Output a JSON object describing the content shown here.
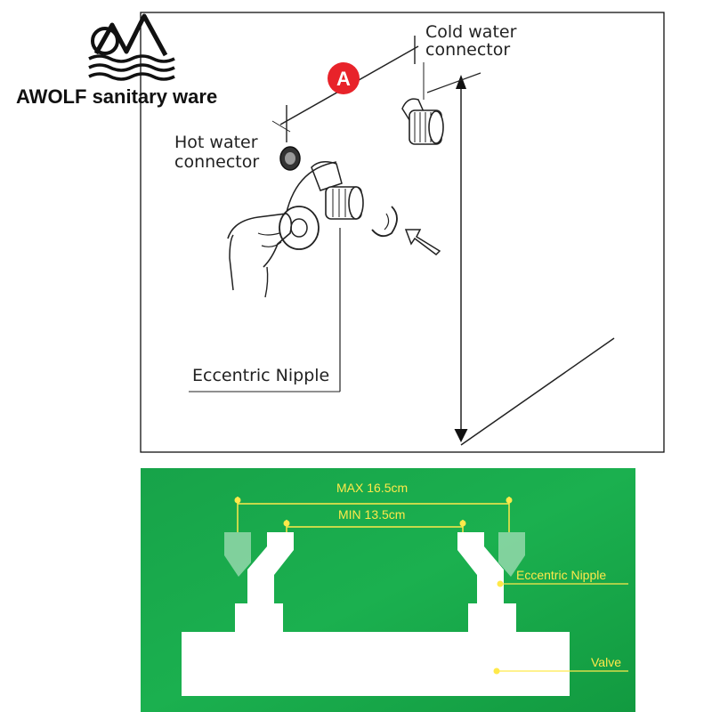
{
  "brand": {
    "name_bold": "AWOLF",
    "name_rest": "sanitary ware"
  },
  "installation_drawing": {
    "marker_letter": "A",
    "labels": {
      "cold_water_line1": "Cold water",
      "cold_water_line2": "connector",
      "hot_water_line1": "Hot water",
      "hot_water_line2": "connector",
      "eccentric_nipple": "Eccentric Nipple"
    }
  },
  "dimension_diagram": {
    "background": "#1aa84a",
    "label_color": "#ffe94a",
    "max_label": "MAX 16.5cm",
    "min_label": "MIN 13.5cm",
    "eccentric_nipple_label": "Eccentric Nipple",
    "valve_label": "Valve"
  }
}
